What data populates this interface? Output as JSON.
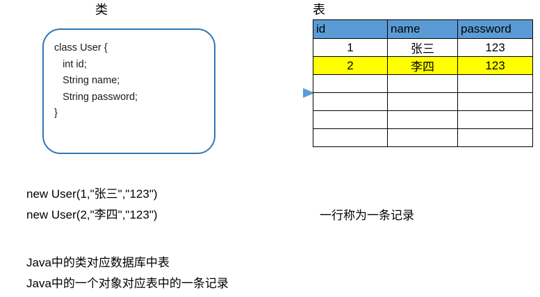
{
  "titles": {
    "class_label": "类",
    "table_label": "表"
  },
  "class_box": {
    "code": "class User {\n   int id;\n   String name;\n   String password;\n}",
    "border_color": "#2E75B6"
  },
  "arrow": {
    "color": "#5B9BD5",
    "direction": "right",
    "semantic": "class-maps-to-table-arrow"
  },
  "table": {
    "header_color": "#5B9BD5",
    "highlight_color": "#FFFF00",
    "columns": [
      "id",
      "name",
      "password"
    ],
    "rows": [
      {
        "id": "1",
        "name": "张三",
        "password": "123",
        "highlighted": false
      },
      {
        "id": "2",
        "name": "李四",
        "password": "123",
        "highlighted": true
      },
      {
        "id": "",
        "name": "",
        "password": "",
        "highlighted": false
      },
      {
        "id": "",
        "name": "",
        "password": "",
        "highlighted": false
      },
      {
        "id": "",
        "name": "",
        "password": "",
        "highlighted": false
      },
      {
        "id": "",
        "name": "",
        "password": "",
        "highlighted": false
      }
    ]
  },
  "notes": {
    "objects": "new User(1,\"张三\",\"123\")\nnew User(2,\"李四\",\"123\")",
    "record": "一行称为一条记录",
    "mapping": "Java中的类对应数据库中表\nJava中的一个对象对应表中的一条记录"
  }
}
